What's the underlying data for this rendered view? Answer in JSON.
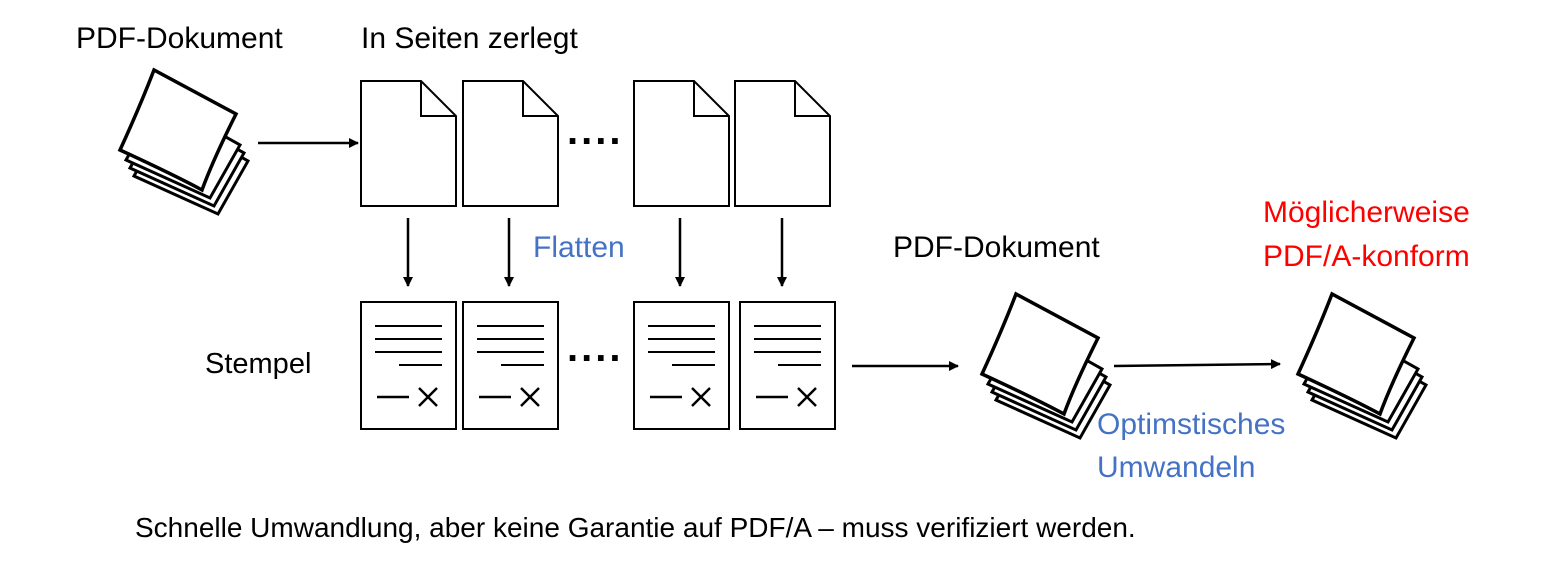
{
  "labels": {
    "source_document": "PDF-Dokument",
    "split_pages": "In Seiten zerlegt",
    "flatten": "Flatten",
    "stamp": "Stempel",
    "merged_document": "PDF-Dokument",
    "result_line1": "Möglicherweise",
    "result_line2": "PDF/A-konform",
    "optimistic_line1": "Optimstisches",
    "optimistic_line2": "Umwandeln",
    "ellipsis_top": "....",
    "ellipsis_bottom": "....",
    "caption": "Schnelle Umwandlung, aber keine Garantie auf PDF/A – muss verifiziert werden."
  },
  "stamp_glyph": "— ×",
  "colors": {
    "text": "#000000",
    "process_label": "#4472c4",
    "warning": "#ff0000"
  }
}
